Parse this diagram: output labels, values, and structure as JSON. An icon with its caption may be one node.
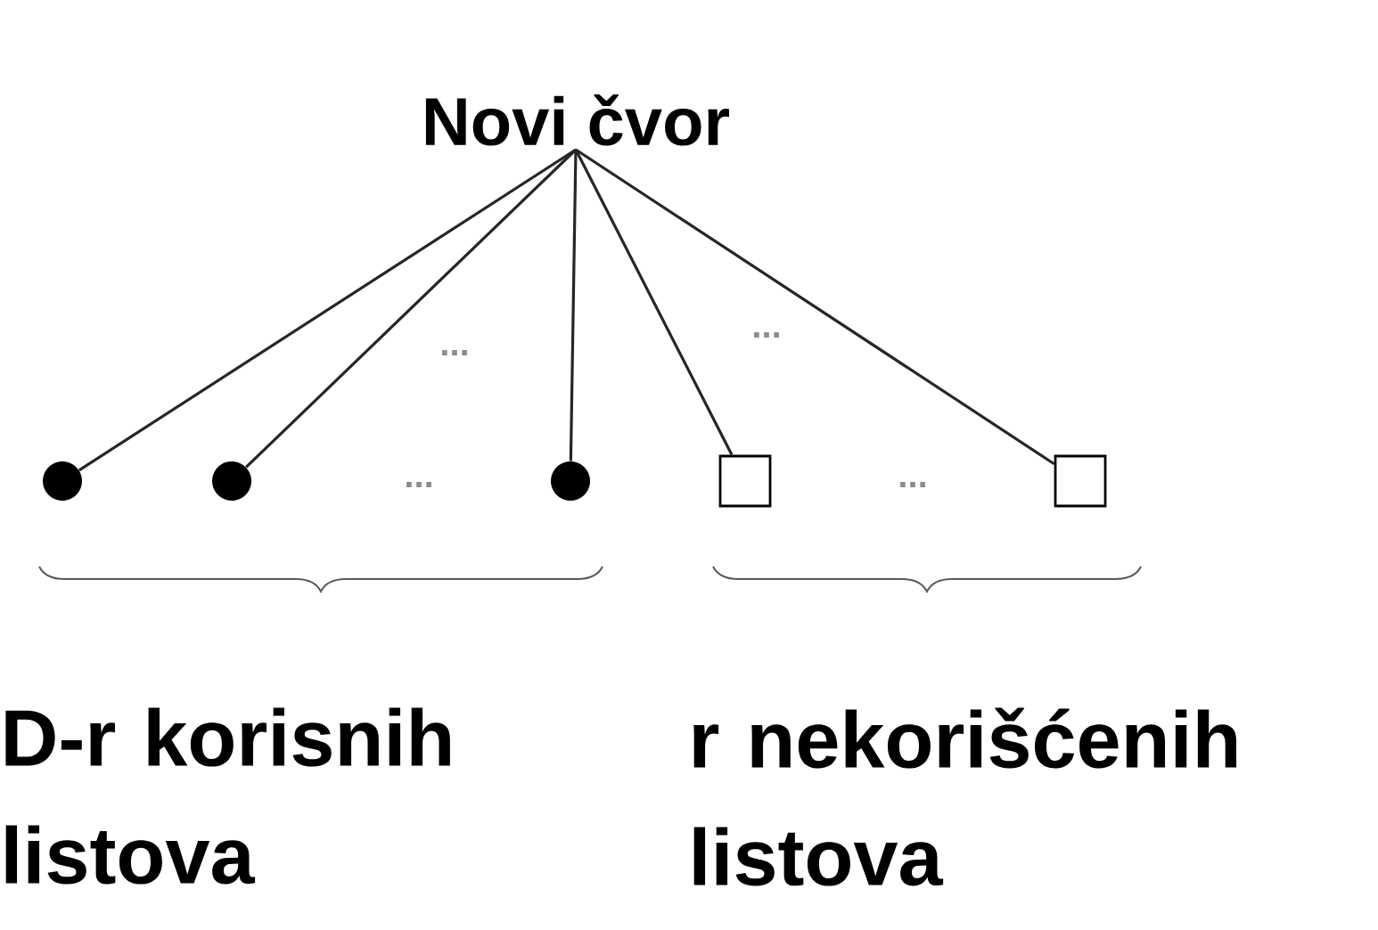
{
  "diagram": {
    "nodes": [
      {
        "text": [
          "Novi čvor"
        ]
      },
      {
        "text": [],
        "shape": "circle"
      },
      {
        "text": [],
        "shape": "circle"
      },
      {
        "text": [],
        "shape": "circle"
      },
      {
        "text": [],
        "shape": "box"
      },
      {
        "text": [],
        "shape": "box"
      }
    ],
    "edges": [
      {
        "from": 0,
        "to": 1,
        "arrow": "none"
      },
      {
        "from": 0,
        "to": 2,
        "arrow": "none"
      },
      {
        "from": 0,
        "to": 3,
        "arrow": "none"
      },
      {
        "from": 0,
        "to": 4,
        "arrow": "none"
      },
      {
        "from": 0,
        "to": 5,
        "arrow": "none"
      }
    ],
    "labels": [
      "...",
      "...",
      "...",
      "...",
      "D-r korisnih listova",
      "r nekorišćenih listova"
    ]
  }
}
